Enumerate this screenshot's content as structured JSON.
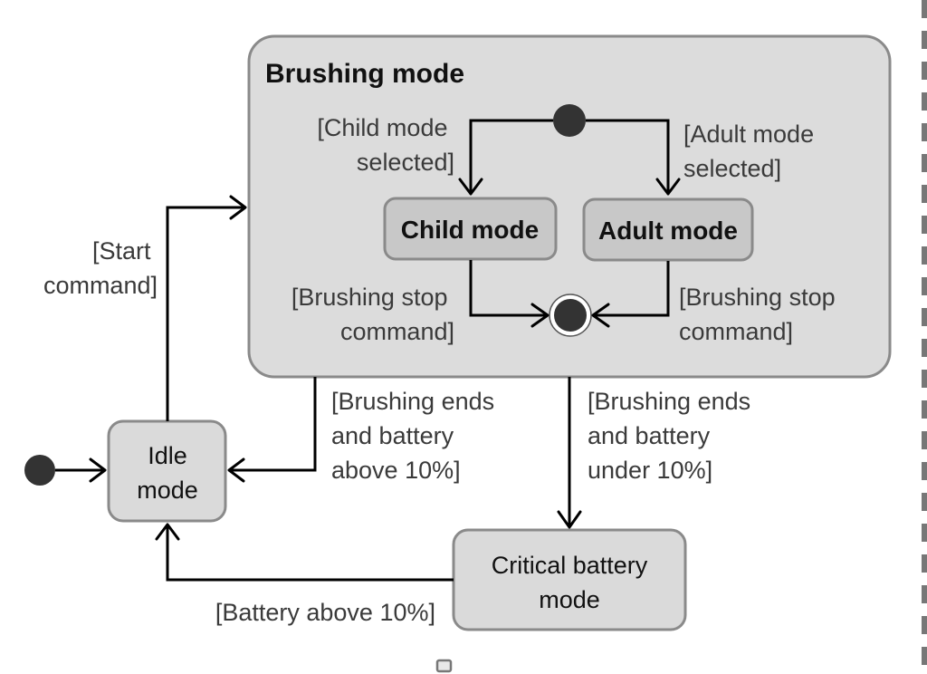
{
  "diagram": {
    "composite_state": {
      "title": "Brushing mode"
    },
    "states": {
      "child": "Child mode",
      "adult": "Adult mode",
      "idle_line1": "Idle",
      "idle_line2": "mode",
      "critical_line1": "Critical battery",
      "critical_line2": "mode"
    },
    "guards": {
      "child_selected": [
        "[Child mode",
        "selected]"
      ],
      "adult_selected": [
        "[Adult mode",
        "selected]"
      ],
      "child_stop": [
        "[Brushing stop",
        "command]"
      ],
      "adult_stop": [
        "[Brushing stop",
        "command]"
      ],
      "start": [
        "[Start",
        "command]"
      ],
      "ends_above": [
        "[Brushing ends",
        "and battery",
        "above 10%]"
      ],
      "ends_under": [
        "[Brushing ends",
        "and battery",
        "under 10%]"
      ],
      "battery_above": "[Battery above 10%]"
    },
    "colors": {
      "composite_fill": "#dcdcdc",
      "state_fill": "#c8c8c8",
      "outer_state_fill": "#dadada",
      "border": "#8a8a8a",
      "node": "#333333"
    }
  }
}
